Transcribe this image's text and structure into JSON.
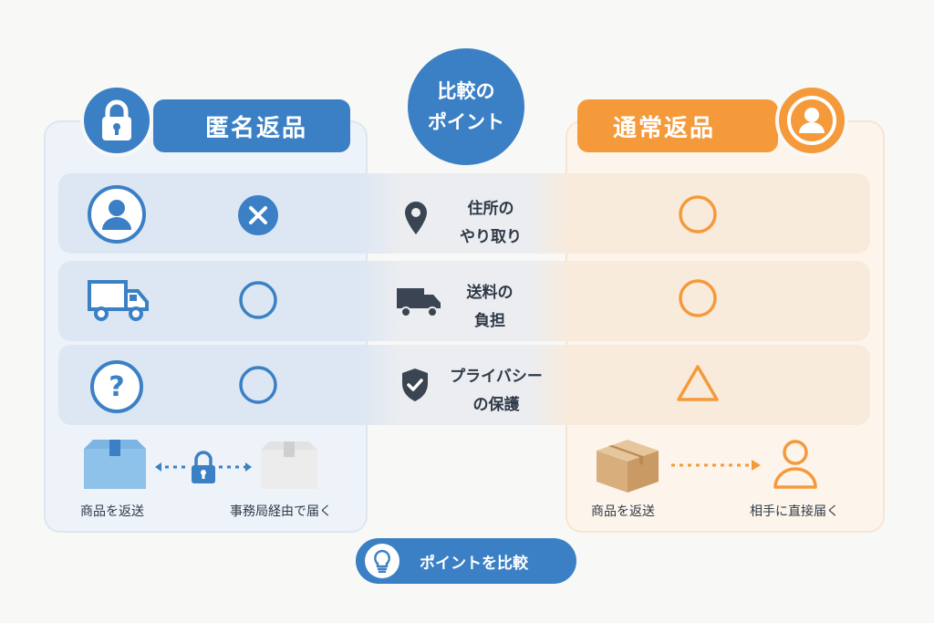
{
  "center": {
    "line1": "比較の",
    "line2": "ポイント"
  },
  "left": {
    "title": "匿名返品",
    "badge_icon": "lock-icon",
    "color": "#3b80c5",
    "rows": [
      {
        "icon": "person-icon",
        "mark": "×"
      },
      {
        "icon": "truck-icon",
        "mark": "○"
      },
      {
        "icon": "question-icon",
        "mark": "○"
      }
    ],
    "flow": {
      "from_caption": "商品を返送",
      "to_caption": "事務局経由で届く",
      "via_icon": "lock-icon"
    }
  },
  "right": {
    "title": "通常返品",
    "badge_icon": "person-icon",
    "color": "#f59a3b",
    "rows": [
      {
        "mark": "○"
      },
      {
        "mark": "○"
      },
      {
        "mark": "△"
      }
    ],
    "flow": {
      "from_caption": "商品を返送",
      "to_caption": "相手に直接届く"
    }
  },
  "criteria": [
    {
      "icon": "location-pin-icon",
      "line1": "住所の",
      "line2": "やり取り"
    },
    {
      "icon": "truck-icon",
      "line1": "送料の",
      "line2": "負担"
    },
    {
      "icon": "shield-check-icon",
      "line1": "プライバシー",
      "line2": "の保護"
    }
  ],
  "bottom": {
    "label": "ポイントを比較",
    "icon": "lightbulb-icon"
  }
}
